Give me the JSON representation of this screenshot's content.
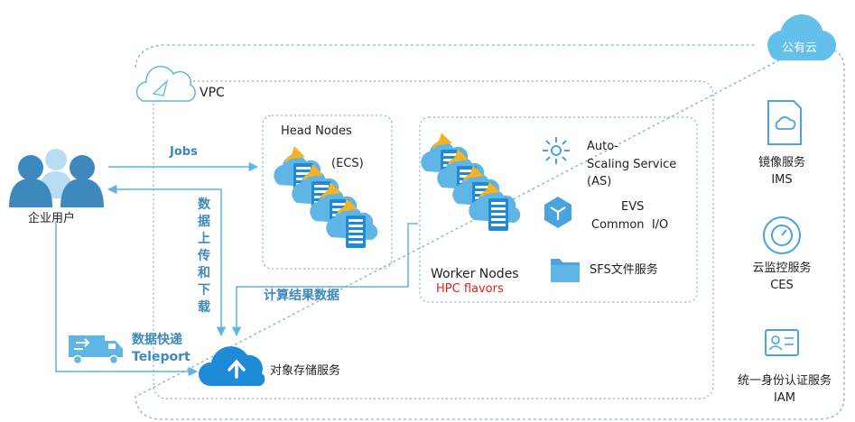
{
  "public_cloud": {
    "label": "公有云"
  },
  "vpc": {
    "label": "VPC"
  },
  "head_nodes": {
    "title": "Head Nodes",
    "subtitle": "(ECS)"
  },
  "worker_nodes": {
    "title": "Worker Nodes",
    "subtitle": "HPC flavors"
  },
  "auto_scaling": {
    "line1": "Auto-",
    "line2": "Scaling Service",
    "line3": "(AS)"
  },
  "evs": {
    "line1": "EVS",
    "line2": "Common  I/O"
  },
  "sfs": {
    "label": "SFS文件服务"
  },
  "enterprise_user": {
    "label": "企业用户"
  },
  "flows": {
    "jobs": "Jobs",
    "upload_download": "数据上传和下载",
    "compute_results": "计算结果数据",
    "teleport_cn": "数据快递",
    "teleport_en": "Teleport"
  },
  "object_storage": {
    "label": "对象存储服务"
  },
  "services": [
    {
      "name_cn": "镜像服务",
      "name_en": "IMS",
      "icon": "image-service-icon"
    },
    {
      "name_cn": "云监控服务",
      "name_en": "CES",
      "icon": "cloud-monitor-icon"
    },
    {
      "name_cn": "统一身份认证服务",
      "name_en": "IAM",
      "icon": "identity-auth-icon"
    }
  ],
  "colors": {
    "accent": "#3d88bd",
    "light_blue": "#5fb6e4",
    "icon_blue": "#4aa3da",
    "dashed_border": "#7cb4d4",
    "arrow_yellow": "#f5b324",
    "red_text": "#e02020"
  }
}
